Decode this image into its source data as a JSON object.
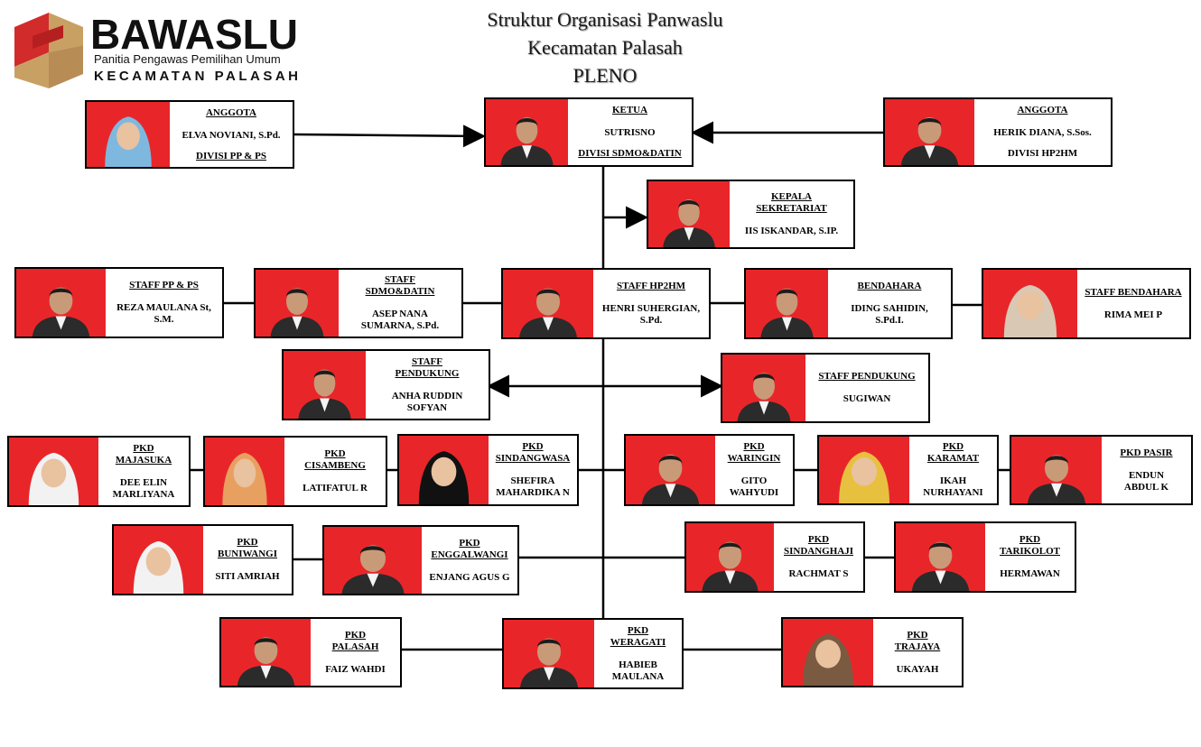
{
  "logo": {
    "name": "BAWASLU",
    "subtitle": "Panitia Pengawas Pemilihan Umum",
    "district": "KECAMATAN PALASAH"
  },
  "title": {
    "line1": "Struktur Organisasi Panwaslu",
    "line2": "Kecamatan Palasah",
    "line3": "PLENO"
  },
  "people": {
    "elva": {
      "role": "ANGGOTA",
      "name": "ELVA NOVIANI, S.Pd.",
      "division": "DIVISI PP & PS"
    },
    "sutrisno": {
      "role": "KETUA",
      "name": "SUTRISNO",
      "division": "DIVISI SDMO&DATIN"
    },
    "herik": {
      "role": "ANGGOTA",
      "name": "HERIK DIANA, S.Sos.",
      "division": "DIVISI HP2HM"
    },
    "iis": {
      "role": "KEPALA\nSEKRETARIAT",
      "name": "IIS ISKANDAR, S.IP."
    },
    "reza": {
      "role": "STAFF PP & PS",
      "name": "REZA MAULANA St,\nS.M."
    },
    "asep": {
      "role": "STAFF\nSDMO&DATIN",
      "name": "ASEP NANA\nSUMARNA, S.Pd."
    },
    "henri": {
      "role": "STAFF HP2HM",
      "name": "HENRI SUHERGIAN,\nS.Pd."
    },
    "iding": {
      "role": "BENDAHARA",
      "name": "IDING SAHIDIN,\nS.Pd.I."
    },
    "rima": {
      "role": "STAFF BENDAHARA",
      "name": "RIMA MEI P"
    },
    "anha": {
      "role": "STAFF\nPENDUKUNG",
      "name": "ANHA RUDDIN\nSOFYAN"
    },
    "sugiwan": {
      "role": "STAFF PENDUKUNG",
      "name": "SUGIWAN"
    },
    "dee": {
      "role": "PKD\nMAJASUKA",
      "name": "DEE ELIN\nMARLIYANA"
    },
    "latifatul": {
      "role": "PKD\nCISAMBENG",
      "name": "LATIFATUL R"
    },
    "shefira": {
      "role": "PKD\nSINDANGWASA",
      "name": "SHEFIRA\nMAHARDIKA N"
    },
    "gito": {
      "role": "PKD\nWARINGIN",
      "name": "GITO\nWAHYUDI"
    },
    "ikah": {
      "role": "PKD\nKARAMAT",
      "name": "IKAH\nNURHAYANI"
    },
    "endun": {
      "role": "PKD PASIR",
      "name": "ENDUN\nABDUL K"
    },
    "siti": {
      "role": "PKD\nBUNIWANGI",
      "name": "SITI AMRIAH"
    },
    "enjang": {
      "role": "PKD\nENGGALWANGI",
      "name": "ENJANG AGUS G"
    },
    "rachmat": {
      "role": "PKD\nSINDANGHAJI",
      "name": "RACHMAT S"
    },
    "hermawan": {
      "role": "PKD\nTARIKOLOT",
      "name": "HERMAWAN"
    },
    "faiz": {
      "role": "PKD\nPALASAH",
      "name": "FAIZ WAHDI"
    },
    "habieb": {
      "role": "PKD\nWERAGATI",
      "name": "HABIEB\nMAULANA"
    },
    "ukayah": {
      "role": "PKD\nTRAJAYA",
      "name": "UKAYAH"
    }
  },
  "colors": {
    "photo_bg": "#e8262a",
    "logo_red": "#d22b2b",
    "logo_gold": "#c9a063",
    "line": "#000000"
  }
}
